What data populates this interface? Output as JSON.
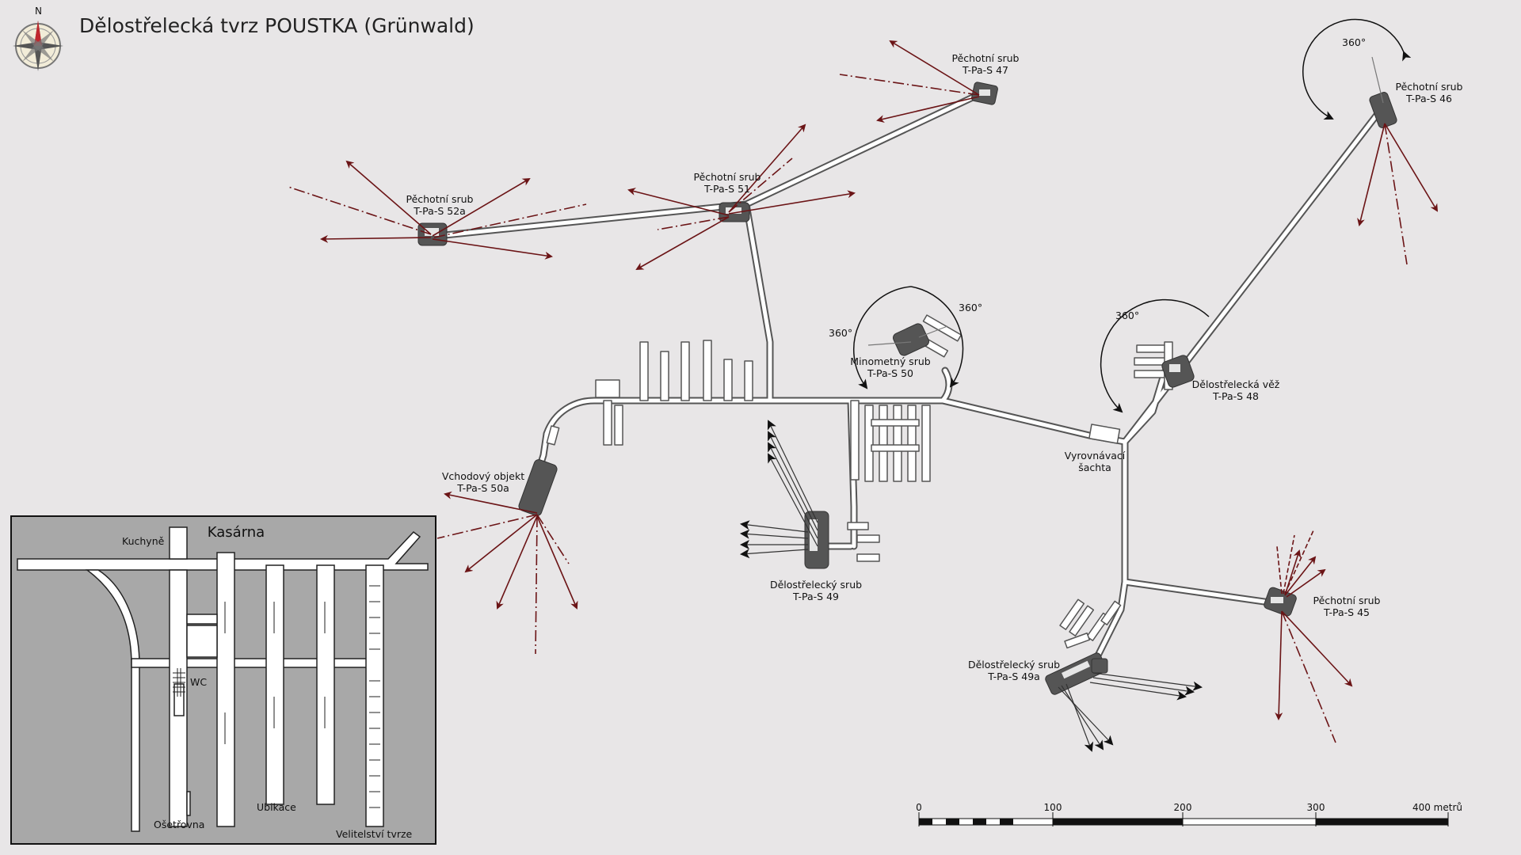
{
  "title": "Dělostřelecká tvrz POUSTKA (Grünwald)",
  "compass": {
    "north_label": "N"
  },
  "colors": {
    "background": "#e8e6e7",
    "fire_arrow": "#6b1416",
    "tunnel": "#ffffff",
    "tunnel_outline": "#555555",
    "bunker": "#555555",
    "inset_background": "#a8a8a8"
  },
  "objects": {
    "s47": {
      "name": "Pěchotní srub",
      "code": "T-Pa-S 47"
    },
    "s46": {
      "name": "Pěchotní srub",
      "code": "T-Pa-S 46"
    },
    "s51": {
      "name": "Pěchotní srub",
      "code": "T-Pa-S 51"
    },
    "s52a": {
      "name": "Pěchotní srub",
      "code": "T-Pa-S 52a"
    },
    "s50": {
      "name": "Minometný srub",
      "code": "T-Pa-S 50"
    },
    "s48": {
      "name": "Dělostřelecká věž",
      "code": "T-Pa-S 48"
    },
    "shaft": {
      "name": "Vyrovnávací",
      "code": "šachta"
    },
    "s50a": {
      "name": "Vchodový objekt",
      "code": "T-Pa-S 50a"
    },
    "s49": {
      "name": "Dělostřelecký srub",
      "code": "T-Pa-S 49"
    },
    "s45": {
      "name": "Pěchotní srub",
      "code": "T-Pa-S 45"
    },
    "s49a": {
      "name": "Dělostřelecký srub",
      "code": "T-Pa-S 49a"
    }
  },
  "rotation_labels": {
    "s46": "360°",
    "s50a_left": "360°",
    "s50_right": "360°",
    "s48": "360°"
  },
  "scale": {
    "ticks": [
      "0",
      "100",
      "200",
      "300",
      "400 metrů"
    ]
  },
  "inset": {
    "title": "Kasárna",
    "kitchen": "Kuchyně",
    "wc": "WC",
    "quarters": "Ubikace",
    "infirmary": "Ošetřovna",
    "command": "Velitelství tvrze"
  }
}
